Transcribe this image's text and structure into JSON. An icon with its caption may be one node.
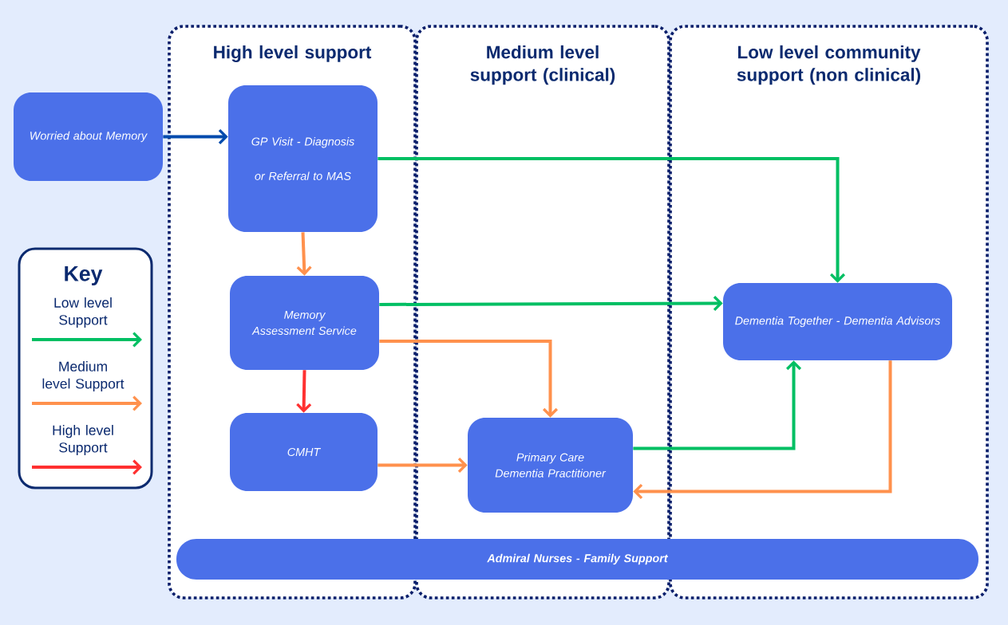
{
  "diagram": {
    "nodes": [
      {
        "text": [
          "High level support"
        ]
      },
      {
        "text": [
          "Medium level support (clinical)"
        ]
      },
      {
        "text": [
          "Low level community support (non clinical)"
        ]
      },
      {
        "text": [
          "Worried about Memory"
        ]
      },
      {
        "text": [
          "GP Visit - Diagnosis",
          "or Referral to MAS"
        ],
        "in": 0
      },
      {
        "text": [
          "Memory Assessment Service"
        ],
        "in": 0
      },
      {
        "text": [
          "CMHT"
        ],
        "in": 0
      },
      {
        "text": [
          "Primary Care Dementia Practitioner"
        ],
        "in": 1
      },
      {
        "text": [
          "Dementia Together - Dementia Advisors"
        ],
        "in": 2
      },
      {
        "text": [
          "Admiral Nurses - Family Support"
        ]
      }
    ],
    "edges": [
      {
        "from": 3,
        "to": 4,
        "arrow": "to",
        "color": "#004aad"
      },
      {
        "from": 4,
        "to": 8,
        "arrow": "to",
        "color": "#00bf63"
      },
      {
        "from": 4,
        "to": 5,
        "arrow": "to",
        "color": "#ff914d"
      },
      {
        "from": 5,
        "to": 8,
        "arrow": "to",
        "color": "#00bf63"
      },
      {
        "from": 5,
        "to": 7,
        "arrow": "to",
        "color": "#ff914d"
      },
      {
        "from": 5,
        "to": 6,
        "arrow": "to",
        "color": "#ff3131"
      },
      {
        "from": 6,
        "to": 7,
        "arrow": "to",
        "color": "#ff914d"
      },
      {
        "from": 7,
        "to": 8,
        "arrow": "to",
        "color": "#00bf63"
      },
      {
        "from": 8,
        "to": 7,
        "arrow": "to",
        "color": "#ff914d"
      }
    ],
    "labels": [
      "Key"
    ],
    "legend": [
      {
        "text": "Low level Support"
      },
      {
        "text": "Medium level Support"
      },
      {
        "text": "High level Support"
      }
    ]
  }
}
